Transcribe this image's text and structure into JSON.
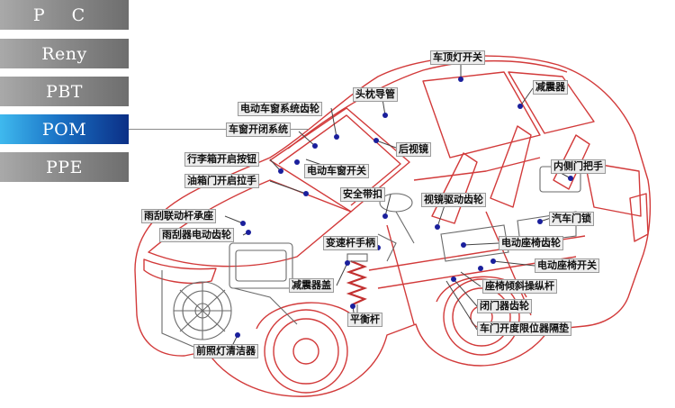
{
  "tabs": [
    {
      "label": "P C"
    },
    {
      "label": "Reny"
    },
    {
      "label": "PBT"
    },
    {
      "label": "POM",
      "active": true
    },
    {
      "label": "PPE"
    }
  ],
  "labels": {
    "roof_light_switch": "车顶灯开关",
    "shock_absorber_rear": "减震器",
    "headrest_guide": "头枕导管",
    "window_gear": "电动车窗系统齿轮",
    "window_system": "车窗开闭系统",
    "mirror": "后视镜",
    "trunk_button": "行李箱开启按钮",
    "window_switch": "电动车窗开关",
    "inner_handle": "内侧门把手",
    "fuel_door_handle": "油箱门开启拉手",
    "seat_belt": "安全带扣",
    "mirror_gear": "视镜驱动齿轮",
    "wiper_bearing": "雨刮联动杆承座",
    "door_lock": "汽车门锁",
    "wiper_motor_gear": "雨刮器电动齿轮",
    "gear_lever": "变速杆手柄",
    "seat_gear": "电动座椅齿轮",
    "seat_switch": "电动座椅开关",
    "shock_cover": "减震器盖",
    "seat_tilt_lever": "座椅倾斜操纵杆",
    "door_closer_gear": "闭门器齿轮",
    "balance_bar": "平衡杆",
    "door_limiter_pad": "车门开度限位器隔垫",
    "headlamp_cleaner": "前照灯清洁器"
  },
  "colors": {
    "outline": "#d23a3a",
    "dot": "#1a1f9c",
    "leader": "#444444",
    "tab_active": "#1a73c6",
    "tab_inactive": "#8c8c8c"
  }
}
